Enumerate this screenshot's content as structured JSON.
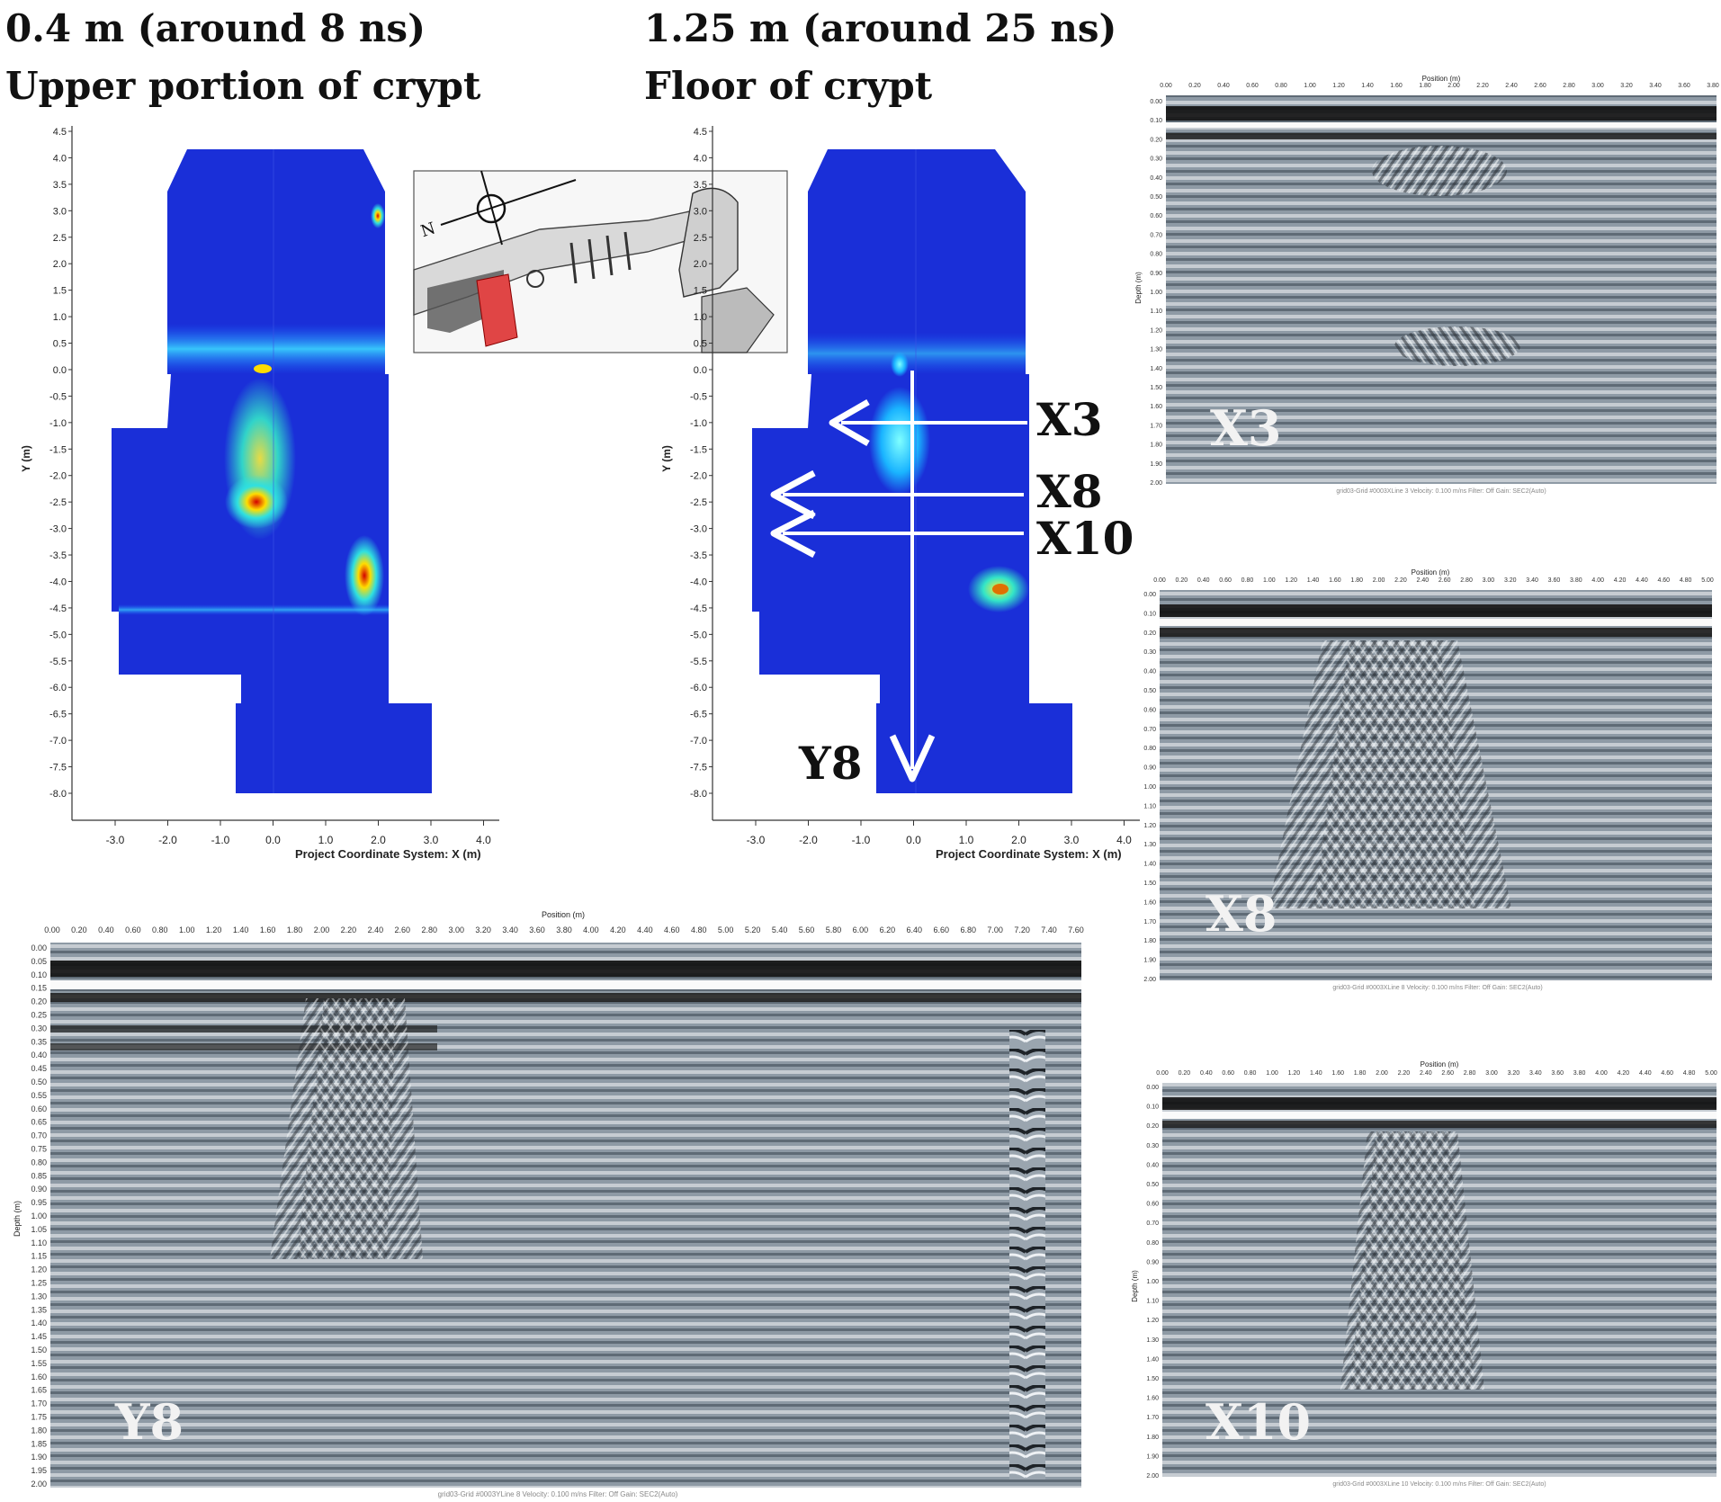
{
  "slice_left": {
    "title_line1": "0.4 m (around 8 ns)",
    "title_line2": "Upper portion of crypt",
    "y_ticks": [
      "4.5",
      "4.0",
      "3.5",
      "3.0",
      "2.5",
      "2.0",
      "1.5",
      "1.0",
      "0.5",
      "0.0",
      "-0.5",
      "-1.0",
      "-1.5",
      "-2.0",
      "-2.5",
      "-3.0",
      "-3.5",
      "-4.0",
      "-4.5",
      "-5.0",
      "-5.5",
      "-6.0",
      "-6.5",
      "-7.0",
      "-7.5",
      "-8.0"
    ],
    "x_ticks": [
      "-3.0",
      "-2.0",
      "-1.0",
      "0.0",
      "1.0",
      "2.0",
      "3.0",
      "4.0"
    ],
    "y_label": "Y (m)",
    "x_label": "Project Coordinate System: X (m)"
  },
  "slice_right": {
    "title_line1": "1.25 m (around 25 ns)",
    "title_line2": "Floor of crypt",
    "y_ticks": [
      "4.5",
      "4.0",
      "3.5",
      "3.0",
      "2.5",
      "2.0",
      "1.5",
      "1.0",
      "0.5",
      "0.0",
      "-0.5",
      "-1.0",
      "-1.5",
      "-2.0",
      "-2.5",
      "-3.0",
      "-3.5",
      "-4.0",
      "-4.5",
      "-5.0",
      "-5.5",
      "-6.0",
      "-6.5",
      "-7.0",
      "-7.5",
      "-8.0"
    ],
    "x_ticks": [
      "-3.0",
      "-2.0",
      "-1.0",
      "0.0",
      "1.0",
      "2.0",
      "3.0",
      "4.0"
    ],
    "y_label": "Y (m)",
    "x_label": "Project Coordinate System: X (m)",
    "profile_labels": [
      "X3",
      "X8",
      "X10",
      "Y8"
    ]
  },
  "site_map": {
    "north_label": "N"
  },
  "radargrams": {
    "x3": {
      "label": "X3",
      "x_axis_title": "Position (m)",
      "x_ticks": [
        "0.00",
        "0.20",
        "0.40",
        "0.60",
        "0.80",
        "1.00",
        "1.20",
        "1.40",
        "1.60",
        "1.80",
        "2.00",
        "2.20",
        "2.40",
        "2.60",
        "2.80",
        "3.00",
        "3.20",
        "3.40",
        "3.60",
        "3.80"
      ],
      "y_axis_title": "Depth (m)",
      "y_ticks": [
        "0.00",
        "0.10",
        "0.20",
        "0.30",
        "0.40",
        "0.50",
        "0.60",
        "0.70",
        "0.80",
        "0.90",
        "1.00",
        "1.10",
        "1.20",
        "1.30",
        "1.40",
        "1.50",
        "1.60",
        "1.70",
        "1.80",
        "1.90",
        "2.00"
      ],
      "footer": "grid03-Grid #0003XLine 3  Velocity: 0.100 m/ns  Filter: Off  Gain: SEC2(Auto)"
    },
    "x8": {
      "label": "X8",
      "x_axis_title": "Position (m)",
      "x_ticks": [
        "0.00",
        "0.20",
        "0.40",
        "0.60",
        "0.80",
        "1.00",
        "1.20",
        "1.40",
        "1.60",
        "1.80",
        "2.00",
        "2.20",
        "2.40",
        "2.60",
        "2.80",
        "3.00",
        "3.20",
        "3.40",
        "3.60",
        "3.80",
        "4.00",
        "4.20",
        "4.40",
        "4.60",
        "4.80",
        "5.00"
      ],
      "y_axis_title": "Depth (m)",
      "y_ticks": [
        "0.00",
        "0.10",
        "0.20",
        "0.30",
        "0.40",
        "0.50",
        "0.60",
        "0.70",
        "0.80",
        "0.90",
        "1.00",
        "1.10",
        "1.20",
        "1.30",
        "1.40",
        "1.50",
        "1.60",
        "1.70",
        "1.80",
        "1.90",
        "2.00"
      ],
      "footer": "grid03-Grid #0003XLine 8  Velocity: 0.100 m/ns  Filter: Off  Gain: SEC2(Auto)"
    },
    "x10": {
      "label": "X10",
      "x_axis_title": "Position (m)",
      "x_ticks": [
        "0.00",
        "0.20",
        "0.40",
        "0.60",
        "0.80",
        "1.00",
        "1.20",
        "1.40",
        "1.60",
        "1.80",
        "2.00",
        "2.20",
        "2.40",
        "2.60",
        "2.80",
        "3.00",
        "3.20",
        "3.40",
        "3.60",
        "3.80",
        "4.00",
        "4.20",
        "4.40",
        "4.60",
        "4.80",
        "5.00"
      ],
      "y_axis_title": "Depth (m)",
      "y_ticks": [
        "0.00",
        "0.10",
        "0.20",
        "0.30",
        "0.40",
        "0.50",
        "0.60",
        "0.70",
        "0.80",
        "0.90",
        "1.00",
        "1.10",
        "1.20",
        "1.30",
        "1.40",
        "1.50",
        "1.60",
        "1.70",
        "1.80",
        "1.90",
        "2.00"
      ],
      "footer": "grid03-Grid #0003XLine 10  Velocity: 0.100 m/ns  Filter: Off  Gain: SEC2(Auto)"
    },
    "y8": {
      "label": "Y8",
      "x_axis_title": "Position (m)",
      "x_ticks": [
        "0.00",
        "0.20",
        "0.40",
        "0.60",
        "0.80",
        "1.00",
        "1.20",
        "1.40",
        "1.60",
        "1.80",
        "2.00",
        "2.20",
        "2.40",
        "2.60",
        "2.80",
        "3.00",
        "3.20",
        "3.40",
        "3.60",
        "3.80",
        "4.00",
        "4.20",
        "4.40",
        "4.60",
        "4.80",
        "5.00",
        "5.20",
        "5.40",
        "5.60",
        "5.80",
        "6.00",
        "6.20",
        "6.40",
        "6.60",
        "6.80",
        "7.00",
        "7.20",
        "7.40",
        "7.60"
      ],
      "y_axis_title": "Depth (m)",
      "y_ticks": [
        "0.00",
        "0.05",
        "0.10",
        "0.15",
        "0.20",
        "0.25",
        "0.30",
        "0.35",
        "0.40",
        "0.45",
        "0.50",
        "0.55",
        "0.60",
        "0.65",
        "0.70",
        "0.75",
        "0.80",
        "0.85",
        "0.90",
        "0.95",
        "1.00",
        "1.05",
        "1.10",
        "1.15",
        "1.20",
        "1.25",
        "1.30",
        "1.35",
        "1.40",
        "1.45",
        "1.50",
        "1.55",
        "1.60",
        "1.65",
        "1.70",
        "1.75",
        "1.80",
        "1.85",
        "1.90",
        "1.95",
        "2.00"
      ],
      "footer": "grid03-Grid #0003YLine 8  Velocity: 0.100 m/ns  Filter: Off  Gain: SEC2(Auto)"
    }
  },
  "colors": {
    "heatmap_background": "#1a2fd8",
    "heatmap_hot": "#d40000",
    "radargram_background": "#8e9aa5",
    "arrow": "#ffffff"
  }
}
